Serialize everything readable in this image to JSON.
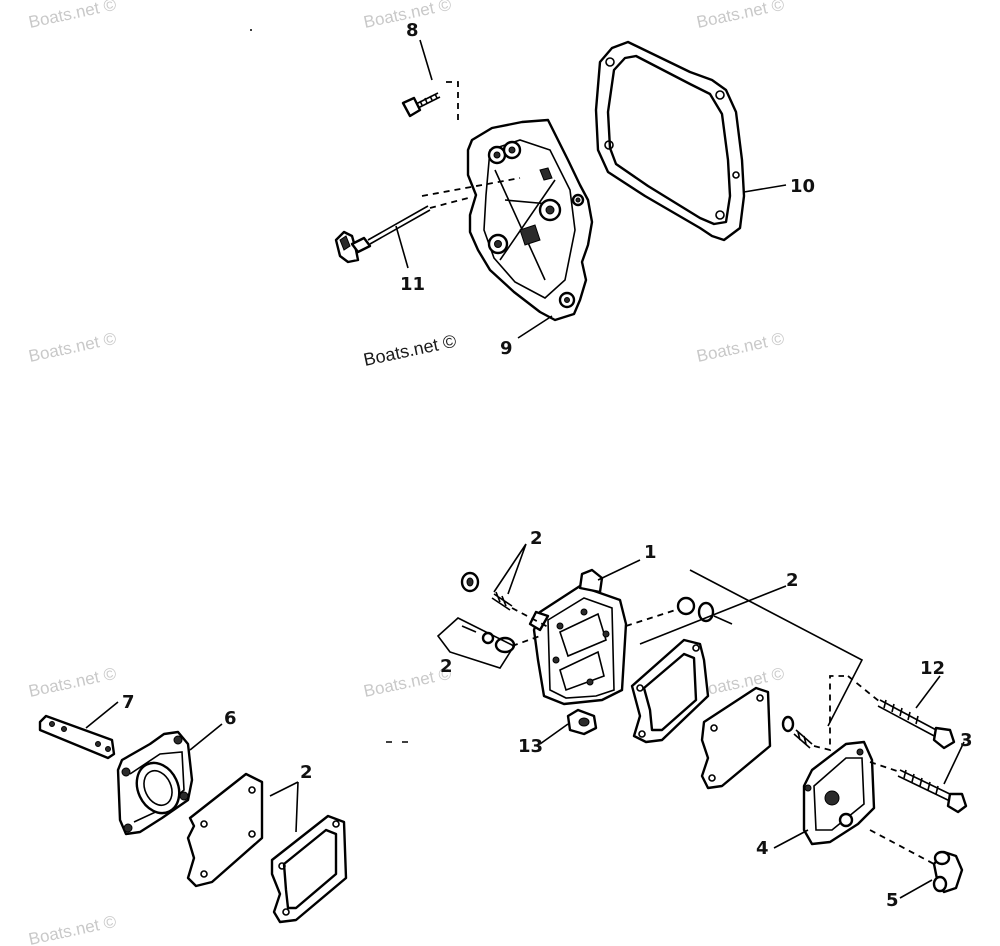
{
  "watermarks": {
    "w1": "Boats.net ©",
    "w2": "Boats.net ©",
    "w3": "Boats.net ©",
    "w4": "Boats.net ©",
    "w5": "Boats.net ©",
    "w6": "Boats.net ©",
    "w7": "Boats.net ©",
    "w8": "Boats.net ©",
    "w9": "Boats.net ©",
    "w10": "Boats.net ©"
  },
  "callouts": {
    "c1": "1",
    "c2a": "2",
    "c2b": "2",
    "c2c": "2",
    "c2d": "2",
    "c3": "3",
    "c4": "4",
    "c5": "5",
    "c6": "6",
    "c7": "7",
    "c8": "8",
    "c9": "9",
    "c10": "10",
    "c11": "11",
    "c12": "12",
    "c13": "13"
  }
}
